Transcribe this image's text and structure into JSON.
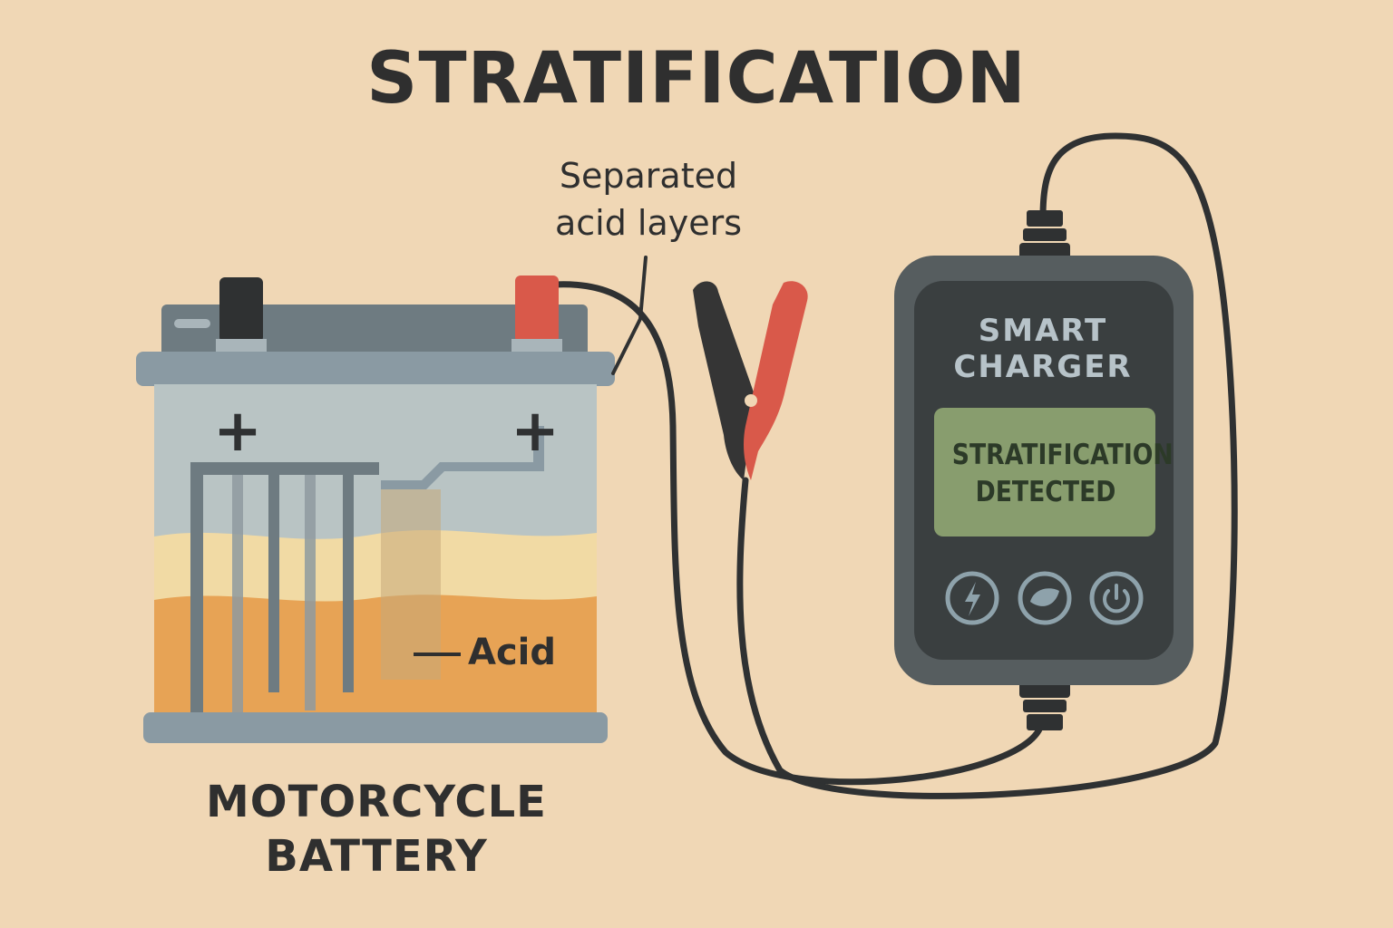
{
  "title": "STRATIFICATION",
  "annotation": {
    "line1": "Separated",
    "line2": "acid layers"
  },
  "battery": {
    "caption_line1": "MOTORCYCLE",
    "caption_line2": "BATTERY",
    "plus_symbol_left": "+",
    "plus_symbol_right": "+",
    "acid_label": "Acid"
  },
  "charger": {
    "name_line1": "SMART",
    "name_line2": "CHARGER",
    "screen_line1": "STRATIFICATION",
    "screen_line2": "DETECTED",
    "buttons": [
      {
        "icon": "lightning-icon"
      },
      {
        "icon": "leaf-icon"
      },
      {
        "icon": "power-icon"
      }
    ]
  },
  "colors": {
    "background": "#f0d7b5",
    "battery_case": "#8a9aa3",
    "acid_dense": "#e7a355",
    "acid_mid": "#f1daa4",
    "electrolyte_top": "#b9c4c4",
    "charger_body": "#3d4243",
    "screen": "#889d6e",
    "clamp_red": "#d9594a",
    "clamp_black": "#353535"
  }
}
